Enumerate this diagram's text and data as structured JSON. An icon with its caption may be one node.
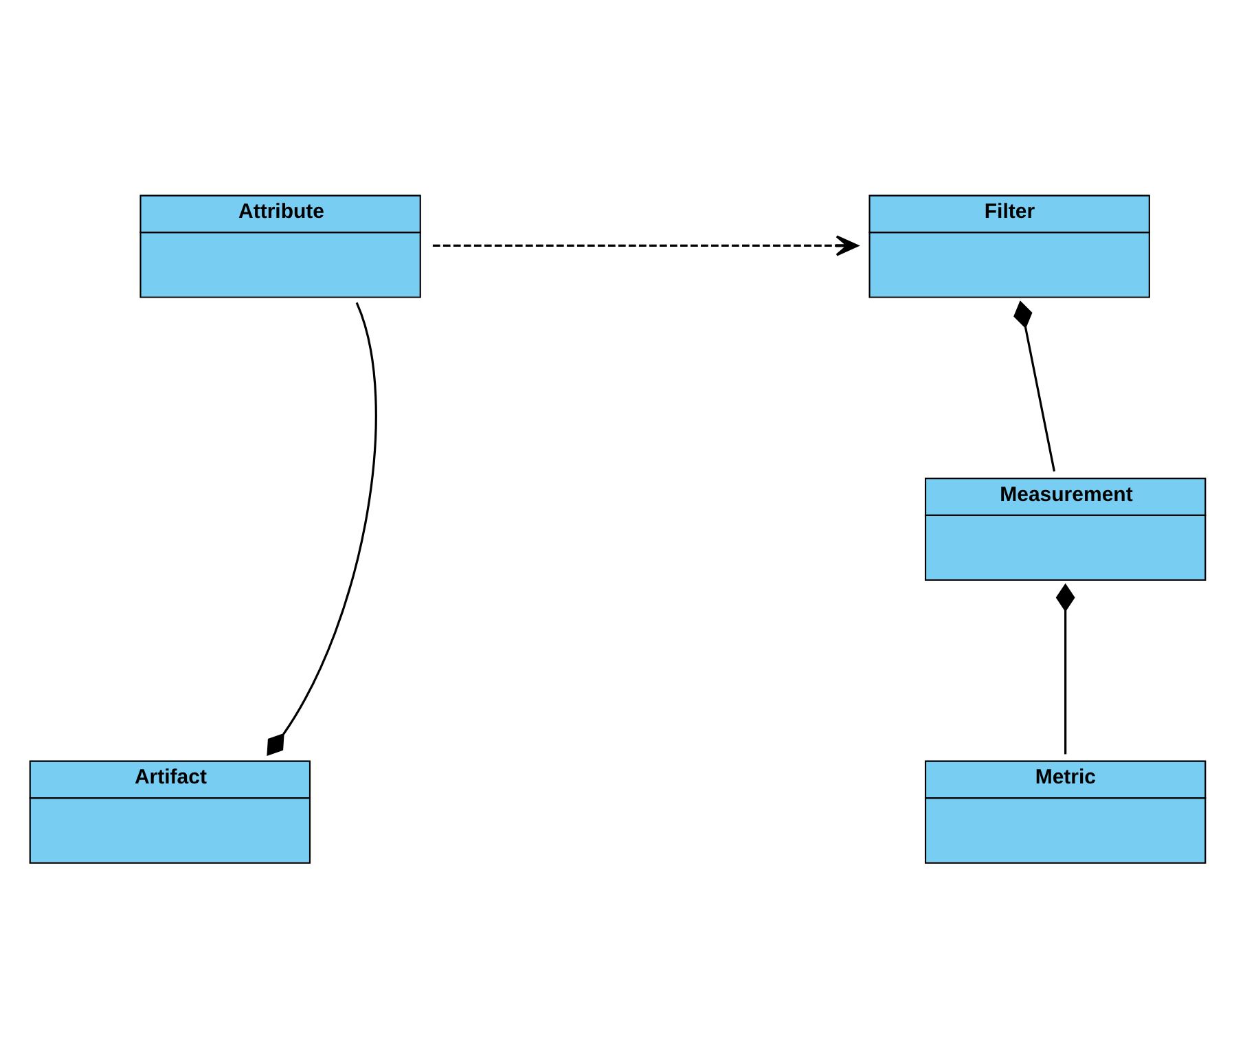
{
  "diagram": {
    "nodes": [
      {
        "text": [
          "Attribute"
        ]
      },
      {
        "text": [
          "Filter"
        ]
      },
      {
        "text": [
          "Measurement"
        ]
      },
      {
        "text": [
          "Artifact"
        ]
      },
      {
        "text": [
          "Metric"
        ]
      }
    ],
    "edges": [
      {
        "from": 0,
        "to": 1,
        "arrow": "to",
        "style": "dashed"
      },
      {
        "from": 3,
        "to": 0,
        "arrow": "other"
      },
      {
        "from": 1,
        "to": 2,
        "arrow": "other"
      },
      {
        "from": 2,
        "to": 4,
        "arrow": "other"
      }
    ]
  }
}
